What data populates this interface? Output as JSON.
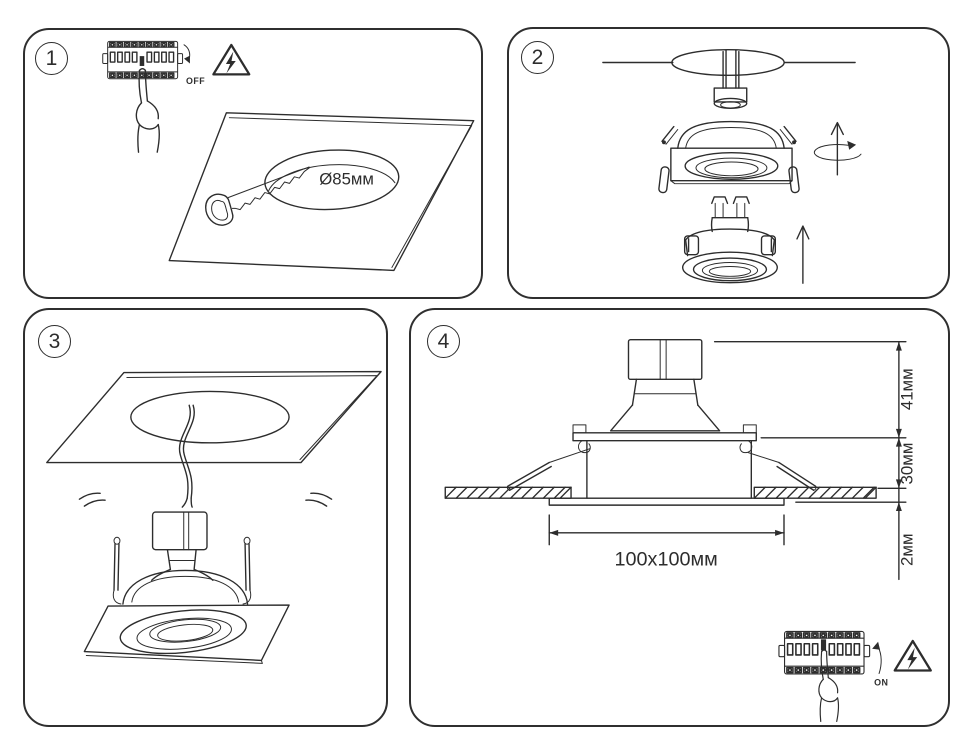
{
  "colors": {
    "line": "#2d2d2d",
    "background": "#ffffff",
    "panel_border": "#2f2f2f"
  },
  "steps": {
    "step1": {
      "number": "1",
      "breaker_switch_label": "OFF",
      "cutout_diameter": "Ø85мм"
    },
    "step2": {
      "number": "2"
    },
    "step3": {
      "number": "3"
    },
    "step4": {
      "number": "4",
      "breaker_switch_label": "ON",
      "dimensions": {
        "above_ceiling": "41мм",
        "recess_depth": "30мм",
        "trim_thickness": "2мм",
        "cutout_size": "100x100мм"
      }
    }
  }
}
